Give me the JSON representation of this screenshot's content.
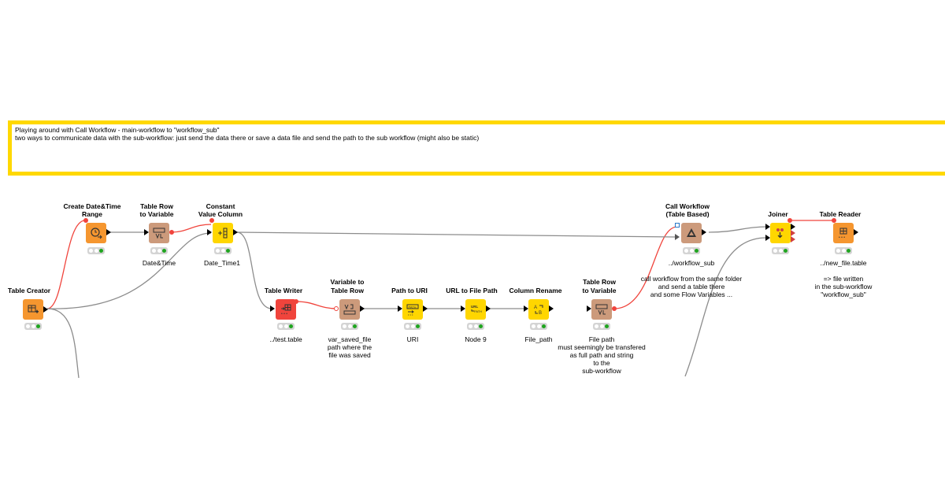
{
  "annotation": {
    "line1": "Playing around with Call Workflow - main-workflow to \"workflow_sub\"",
    "line2": "two ways to communicate data with the sub-workflow: just send the data there or save a data file and send the path to the sub workflow (might also be static)"
  },
  "nodes": [
    {
      "id": "table-creator",
      "title": [
        "Table Creator"
      ],
      "label": [],
      "color": "#f5962f"
    },
    {
      "id": "create-datetime-range",
      "title": [
        "Create Date&Time",
        "Range"
      ],
      "label": [],
      "color": "#f5962f"
    },
    {
      "id": "table-row-to-variable-1",
      "title": [
        "Table Row",
        "to Variable"
      ],
      "label": [
        "Date&Time"
      ],
      "color": "#cc9a7b"
    },
    {
      "id": "constant-value-column",
      "title": [
        "Constant",
        "Value Column"
      ],
      "label": [
        "Date_Time1"
      ],
      "color": "#ffd600"
    },
    {
      "id": "table-writer",
      "title": [
        "Table Writer"
      ],
      "label": [
        "../test.table"
      ],
      "color": "#f0443c"
    },
    {
      "id": "variable-to-table-row",
      "title": [
        "Variable to",
        "Table Row"
      ],
      "label": [
        "var_saved_file",
        "path where the",
        "file was saved"
      ],
      "color": "#cc9a7b"
    },
    {
      "id": "path-to-uri",
      "title": [
        "Path to URI"
      ],
      "label": [
        "URI"
      ],
      "color": "#ffd600"
    },
    {
      "id": "url-to-file-path",
      "title": [
        "URL to File Path"
      ],
      "label": [
        "Node 9"
      ],
      "color": "#ffd600"
    },
    {
      "id": "column-rename",
      "title": [
        "Column Rename"
      ],
      "label": [
        "File_path"
      ],
      "color": "#ffd600"
    },
    {
      "id": "table-row-to-variable-2",
      "title": [
        "Table Row",
        "to Variable"
      ],
      "label": [
        "File path",
        "must seemingly be transfered",
        "as full path and string",
        "to the",
        "sub-workflow"
      ],
      "color": "#cc9a7b"
    },
    {
      "id": "call-workflow",
      "title": [
        "Call Workflow",
        "(Table Based)"
      ],
      "label": [
        "../workflow_sub",
        "",
        "call workflow from the same folder",
        "and send a table there",
        "and some Flow Variables ..."
      ],
      "color": "#cc9a7b"
    },
    {
      "id": "joiner",
      "title": [
        "Joiner"
      ],
      "label": [],
      "color": "#ffd600"
    },
    {
      "id": "table-reader",
      "title": [
        "Table Reader"
      ],
      "label": [
        "../new_file.table",
        "",
        "=> file written",
        "in the sub-workflow",
        "\"workflow_sub\""
      ],
      "color": "#f5962f"
    }
  ],
  "colors": {
    "annotation_border": "#ffd800",
    "data_connection": "#8c8c8c",
    "variable_connection": "#f0443c",
    "status_ok": "#1fa51f"
  }
}
